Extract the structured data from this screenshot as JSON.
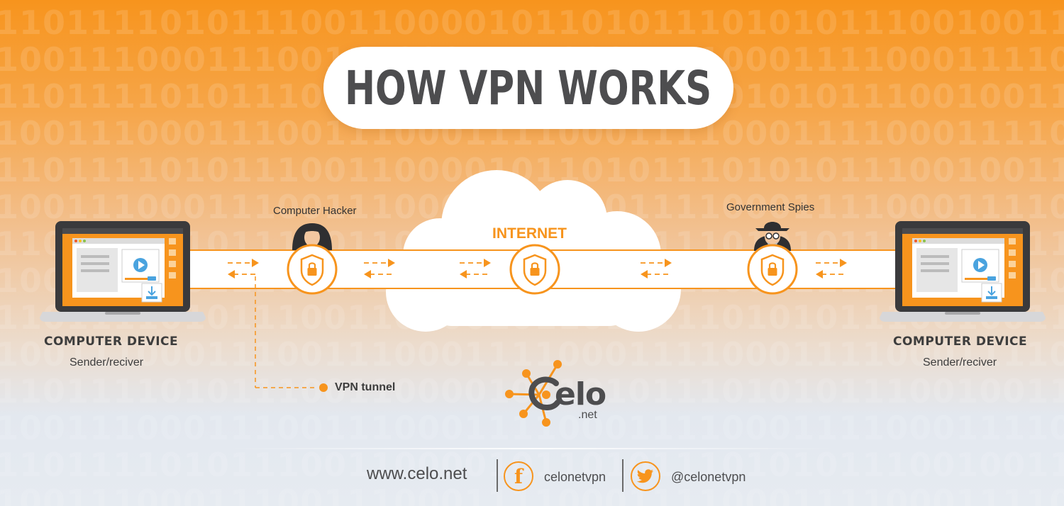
{
  "title": "HOW VPN WORKS",
  "background_binary": [
    "11011110101110011000010110101110101011100100110110",
    "10011100011100111000111100011110001111000111100011",
    "11011110101110011000010110101110101011100100110110",
    "10011100011100111000111100011110001111000111100011",
    "11011110101110011000010110101110101011100100110110",
    "10011100011100111000111100011110001111000111100011",
    "11011110101110011000010110101110101011100100110110",
    "10011100011100111000111100011110001111000111100011",
    "11011110101110011000010110101110101011100100110110",
    "10011100011100111000111100011110001111000111100011",
    "11011110101110011000010110101110101011100100110110",
    "10011100011100111000111100011110001111000111100011",
    "11011110101110011000010110101110101011100100110110",
    "10011100011100111000111100011110001111000111100011"
  ],
  "diagram": {
    "internet_label": "INTERNET",
    "hacker_label": "Computer Hacker",
    "spies_label": "Government Spies",
    "tunnel_label": "VPN tunnel",
    "left_device": {
      "title": "COMPUTER DEVICE",
      "subtitle": "Sender/reciver"
    },
    "right_device": {
      "title": "COMPUTER DEVICE",
      "subtitle": "Sender/reciver"
    }
  },
  "logo": {
    "wordmark": "elo",
    "domain": ".net"
  },
  "footer": {
    "website": "www.celo.net",
    "facebook_handle": "celonetvpn",
    "twitter_handle": "@celonetvpn"
  },
  "colors": {
    "accent": "#f7941d",
    "text_dark": "#4d4d4f",
    "laptop_body": "#3a3a3c"
  },
  "icons": [
    "laptop-icon",
    "lock-shield-icon",
    "hacker-icon",
    "spy-icon",
    "arrow-icon",
    "facebook-icon",
    "twitter-icon",
    "network-logo-icon"
  ]
}
